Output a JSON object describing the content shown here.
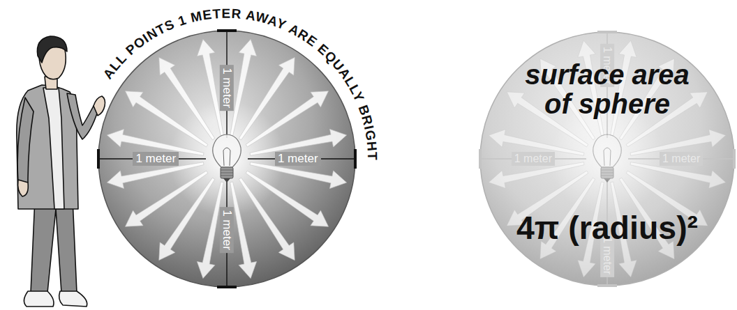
{
  "diagram": {
    "nodes": [
      {
        "text": [
          "ALL POINTS 1 METER AWAY ARE EQUALLY BRIGHT",
          "1 meter",
          "1 meter",
          "1 meter",
          "1 meter"
        ]
      },
      {
        "text": [
          "surface area of sphere",
          "4π (radius)²",
          "1 meter",
          "1 meter",
          "1 meter",
          "1 meter"
        ]
      }
    ]
  }
}
